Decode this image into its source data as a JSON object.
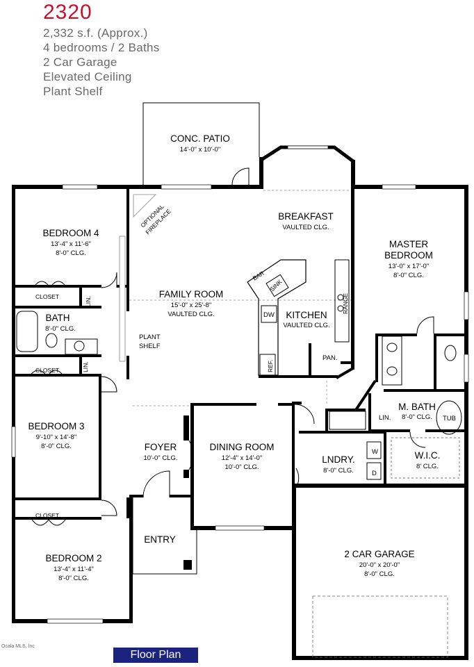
{
  "header": {
    "plan_number": "2320",
    "lines": [
      "2,332 s.f. (Approx.)",
      "4 bedrooms / 2 Baths",
      "2 Car Garage",
      "Elevated Ceiling",
      "Plant Shelf"
    ]
  },
  "rooms": {
    "patio": {
      "name": "CONC. PATIO",
      "size": "14'-0\" x 10'-0\""
    },
    "breakfast": {
      "name": "BREAKFAST",
      "ceiling": "VAULTED CLG."
    },
    "bedroom4": {
      "name": "BEDROOM 4",
      "size": "13'-4\" x 11'-6\"",
      "ceiling": "8'-0\" CLG."
    },
    "master": {
      "name1": "MASTER",
      "name2": "BEDROOM",
      "size": "13'-0\" x 17'-0\"",
      "ceiling": "8'-0\" CLG."
    },
    "family": {
      "name": "FAMILY ROOM",
      "size": "15'-0\" x 25'-8\"",
      "ceiling": "VAULTED CLG."
    },
    "bath": {
      "name": "BATH",
      "ceiling": "8'-0\" CLG."
    },
    "kitchen": {
      "name": "KITCHEN",
      "ceiling": "VAULTED CLG."
    },
    "bedroom3": {
      "name": "BEDROOM 3",
      "size": "9'-10\" x 14'-8\"",
      "ceiling": "8'-0\" CLG."
    },
    "foyer": {
      "name": "FOYER",
      "ceiling": "10'-0\" CLG."
    },
    "dining": {
      "name": "DINING ROOM",
      "size": "12'-4\" x 14'-0\"",
      "ceiling": "10'-0\" CLG."
    },
    "mbath": {
      "name": "M. BATH",
      "ceiling": "8'-0\" CLG."
    },
    "laundry": {
      "name": "LNDRY.",
      "ceiling": "8'-0\" CLG."
    },
    "wic": {
      "name": "W.I.C.",
      "ceiling": "8' CLG."
    },
    "entry": {
      "name": "ENTRY"
    },
    "bedroom2": {
      "name": "BEDROOM 2",
      "size": "13'-4\" x 11'-4\"",
      "ceiling": "8'-0\" CLG."
    },
    "garage": {
      "name": "2 CAR GARAGE",
      "size": "20'-0\" x 20'-0\"",
      "ceiling": "8'-0\" CLG."
    }
  },
  "fixtures": {
    "closet_label": "CLOSET",
    "linen_label": "LIN.",
    "plant_shelf_1": "PLANT",
    "plant_shelf_2": "SHELF",
    "fireplace_1": "OPTIONAL",
    "fireplace_2": "FIREPLACE",
    "bar": "BAR",
    "sink": "SINK",
    "dishwasher": "DW",
    "range": "RANGE",
    "refrigerator": "REF.",
    "pantry": "PAN.",
    "tub": "TUB",
    "washer": "W",
    "dryer": "D",
    "master_linen": "LIN."
  },
  "footer": {
    "badge": "Floor Plan",
    "credit": "Ocala MLS, Inc"
  },
  "colors": {
    "title": "#c8102e",
    "badge": "#1a237e",
    "text": "#6a6a6a"
  }
}
